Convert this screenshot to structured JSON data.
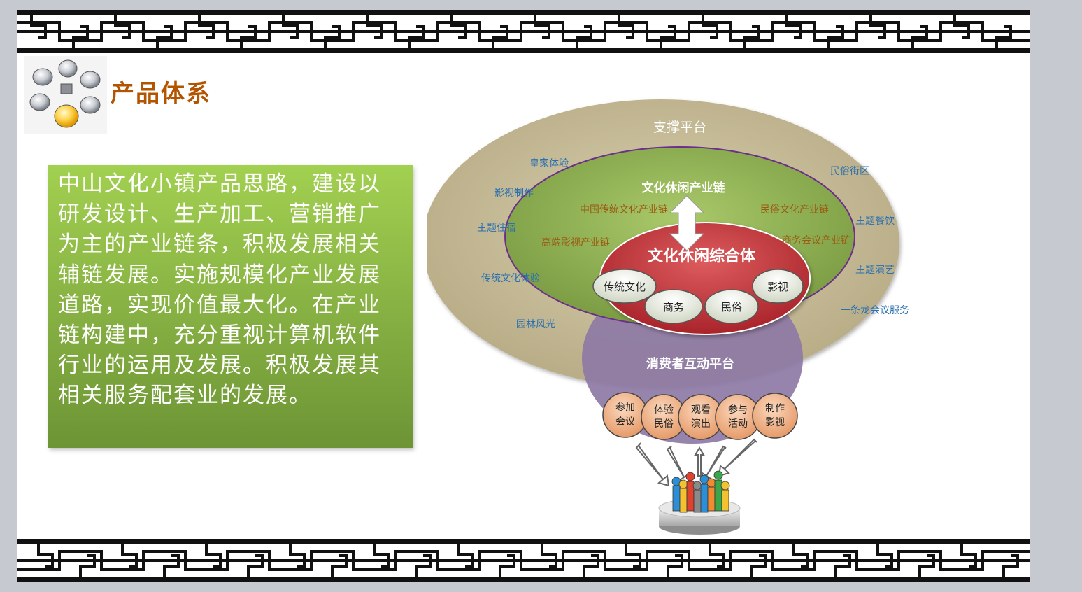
{
  "slide": {
    "title": "产品体系",
    "body": "中山文化小镇产品思路，建设以研发设计、生产加工、营销推广为主的产业链条，积极发展相关辅链发展。实施规模化产业发展道路，实现价值最大化。在产业链构建中，充分重视计算机软件行业的运用及发展。积极发展其相关服务配套业的发展。"
  },
  "colors": {
    "title": "#b35500",
    "text_box": "#8ab545",
    "outer_ring": "#c6bb98",
    "middle_ring": "#8fb153",
    "core": "#c8383e",
    "consumer_platform": "#8e7aa5",
    "activity_circle": "#f2b990",
    "ring_label": "#2a6fb0",
    "chain_label": "#9b5a12"
  },
  "diagram": {
    "outer_title": "支撑平台",
    "outer_left_items": [
      "皇家体验",
      "影视制作",
      "主题住宿",
      "传统文化体验",
      "园林风光"
    ],
    "outer_right_items": [
      "民俗街区",
      "主题餐饮",
      "主题演艺",
      "一条龙会议服务"
    ],
    "middle_title": "文化休闲产业链",
    "middle_left_items": [
      "中国传统文化产业链",
      "高端影视产业链"
    ],
    "middle_right_items": [
      "民俗文化产业链",
      "商务会议产业链"
    ],
    "core_title": "文化休闲综合体",
    "core_items": [
      "传统文化",
      "商务",
      "民俗",
      "影视"
    ],
    "consumer_title": "消费者互动平台",
    "activities": [
      {
        "line1": "参加",
        "line2": "会议"
      },
      {
        "line1": "体验",
        "line2": "民俗"
      },
      {
        "line1": "观看",
        "line2": "演出"
      },
      {
        "line1": "参与",
        "line2": "活动"
      },
      {
        "line1": "制作",
        "line2": "影视"
      }
    ]
  }
}
